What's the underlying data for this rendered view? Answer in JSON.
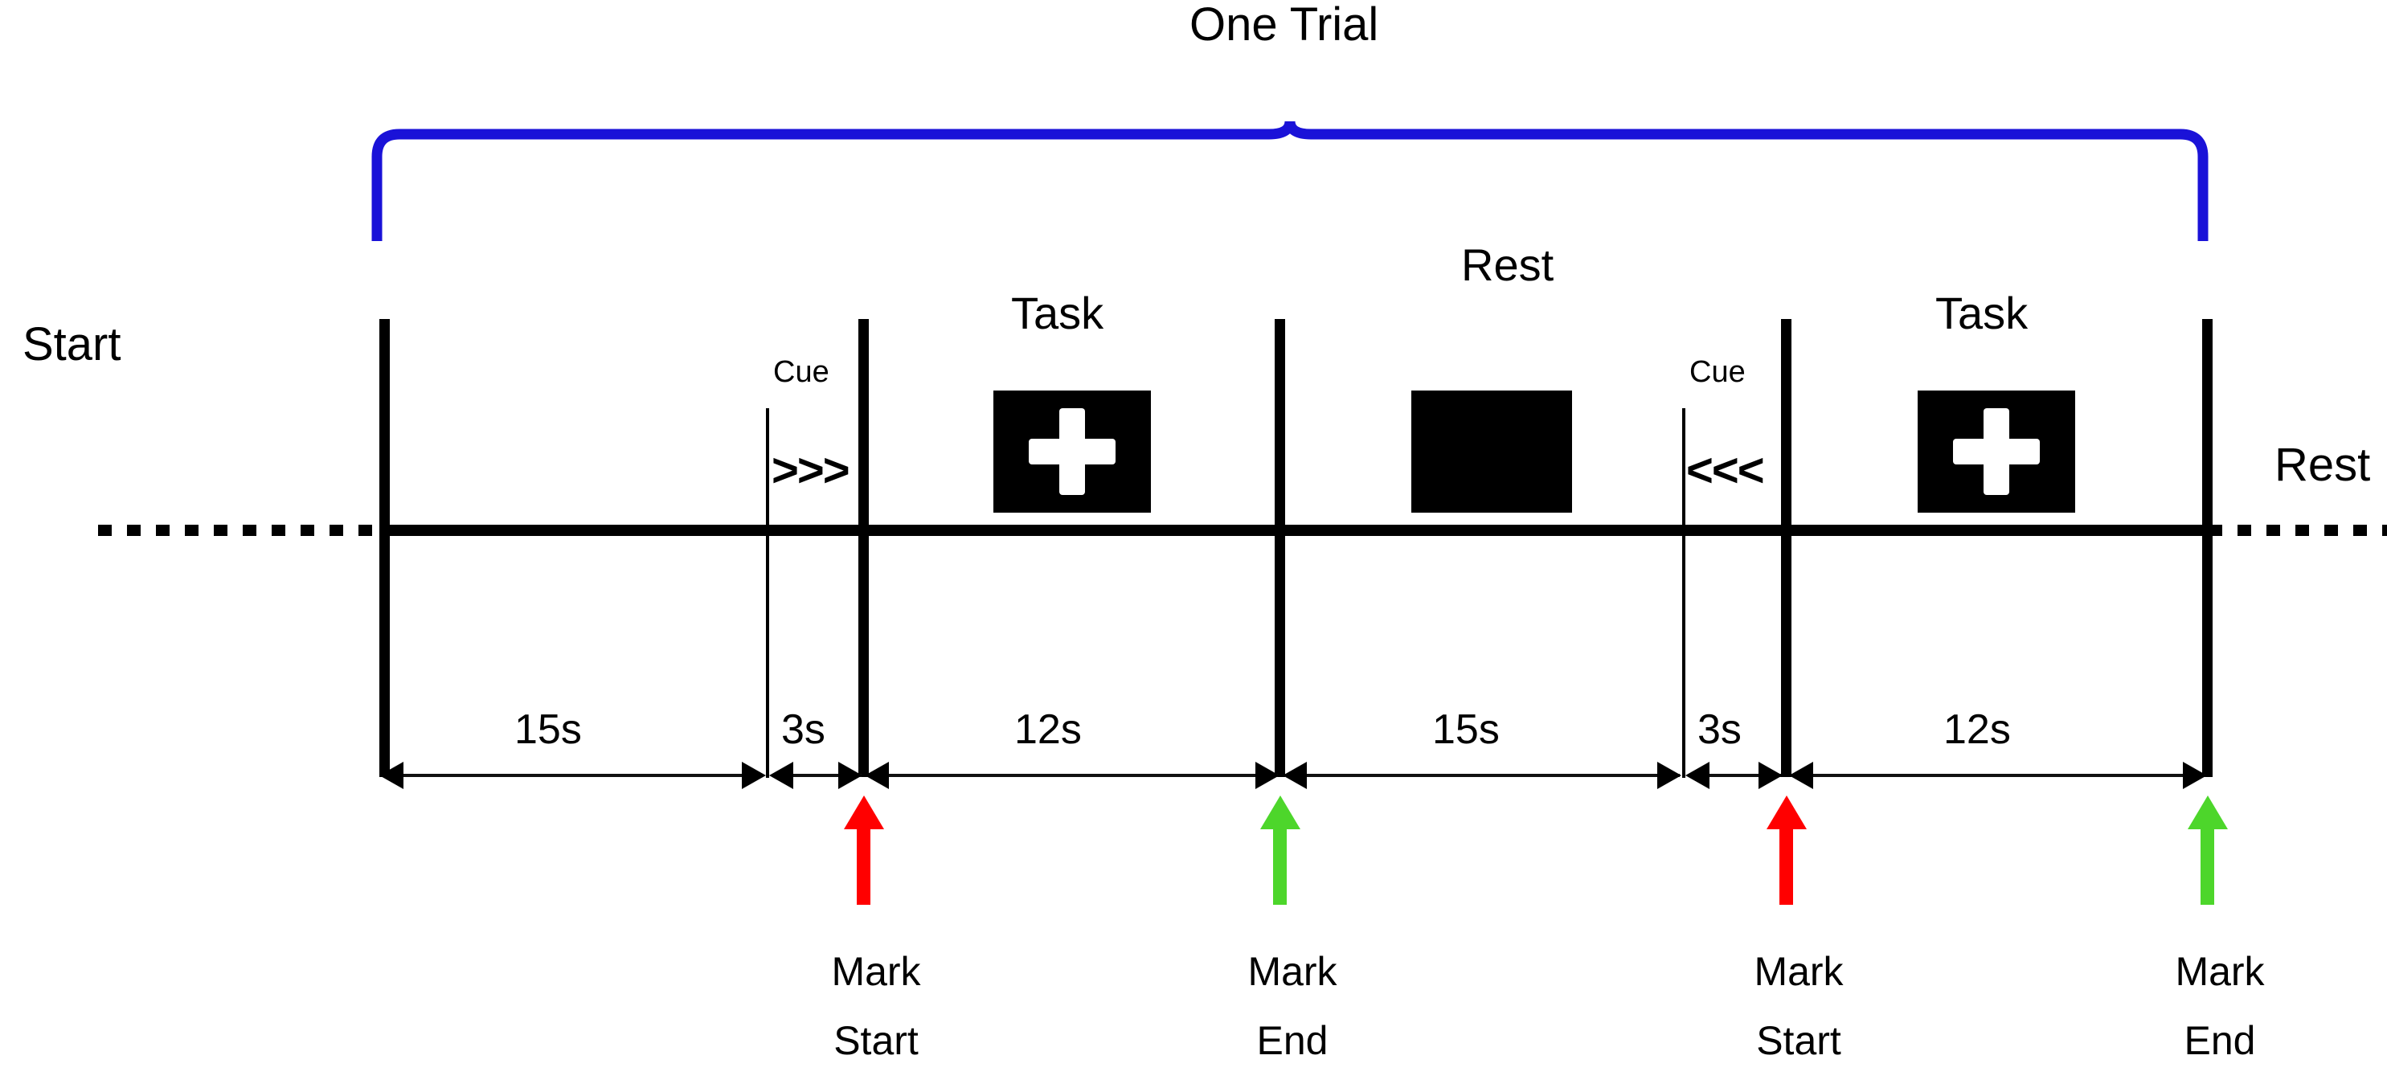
{
  "diagram": {
    "title": "One Trial",
    "left_label": "Start",
    "right_label": "Rest",
    "section_labels": {
      "task_1": "Task",
      "rest_mid": "Rest",
      "task_2": "Task"
    },
    "cue_label_1": "Cue",
    "cue_label_2": "Cue",
    "cue_arrows_1": ">>>",
    "cue_arrows_2": "<<<",
    "durations": [
      {
        "label": "15s",
        "phase": "rest-baseline"
      },
      {
        "label": "3s",
        "phase": "cue"
      },
      {
        "label": "12s",
        "phase": "task"
      },
      {
        "label": "15s",
        "phase": "rest"
      },
      {
        "label": "3s",
        "phase": "cue"
      },
      {
        "label": "12s",
        "phase": "task"
      }
    ],
    "marks": [
      {
        "line1": "Mark",
        "line2": "Start",
        "color": "#FF0000",
        "type": "mark-start"
      },
      {
        "line1": "Mark",
        "line2": "End",
        "color": "#4DD62B",
        "type": "mark-end"
      },
      {
        "line1": "Mark",
        "line2": "Start",
        "color": "#FF0000",
        "type": "mark-start"
      },
      {
        "line1": "Mark",
        "line2": "End",
        "color": "#4DD62B",
        "type": "mark-end"
      }
    ],
    "colors": {
      "brace": "#1A12D8",
      "mark_start": "#FF0000",
      "mark_end": "#4DD62B",
      "line": "#000000",
      "stimulus_box": "#000000",
      "fixation_cross": "#FFFFFF"
    },
    "icons": {
      "fixation_cross": "plus-cross-icon",
      "blank_screen": "blank-screen-icon",
      "right_arrows": "triple-right-chevron-icon",
      "left_arrows": "triple-left-chevron-icon"
    }
  }
}
